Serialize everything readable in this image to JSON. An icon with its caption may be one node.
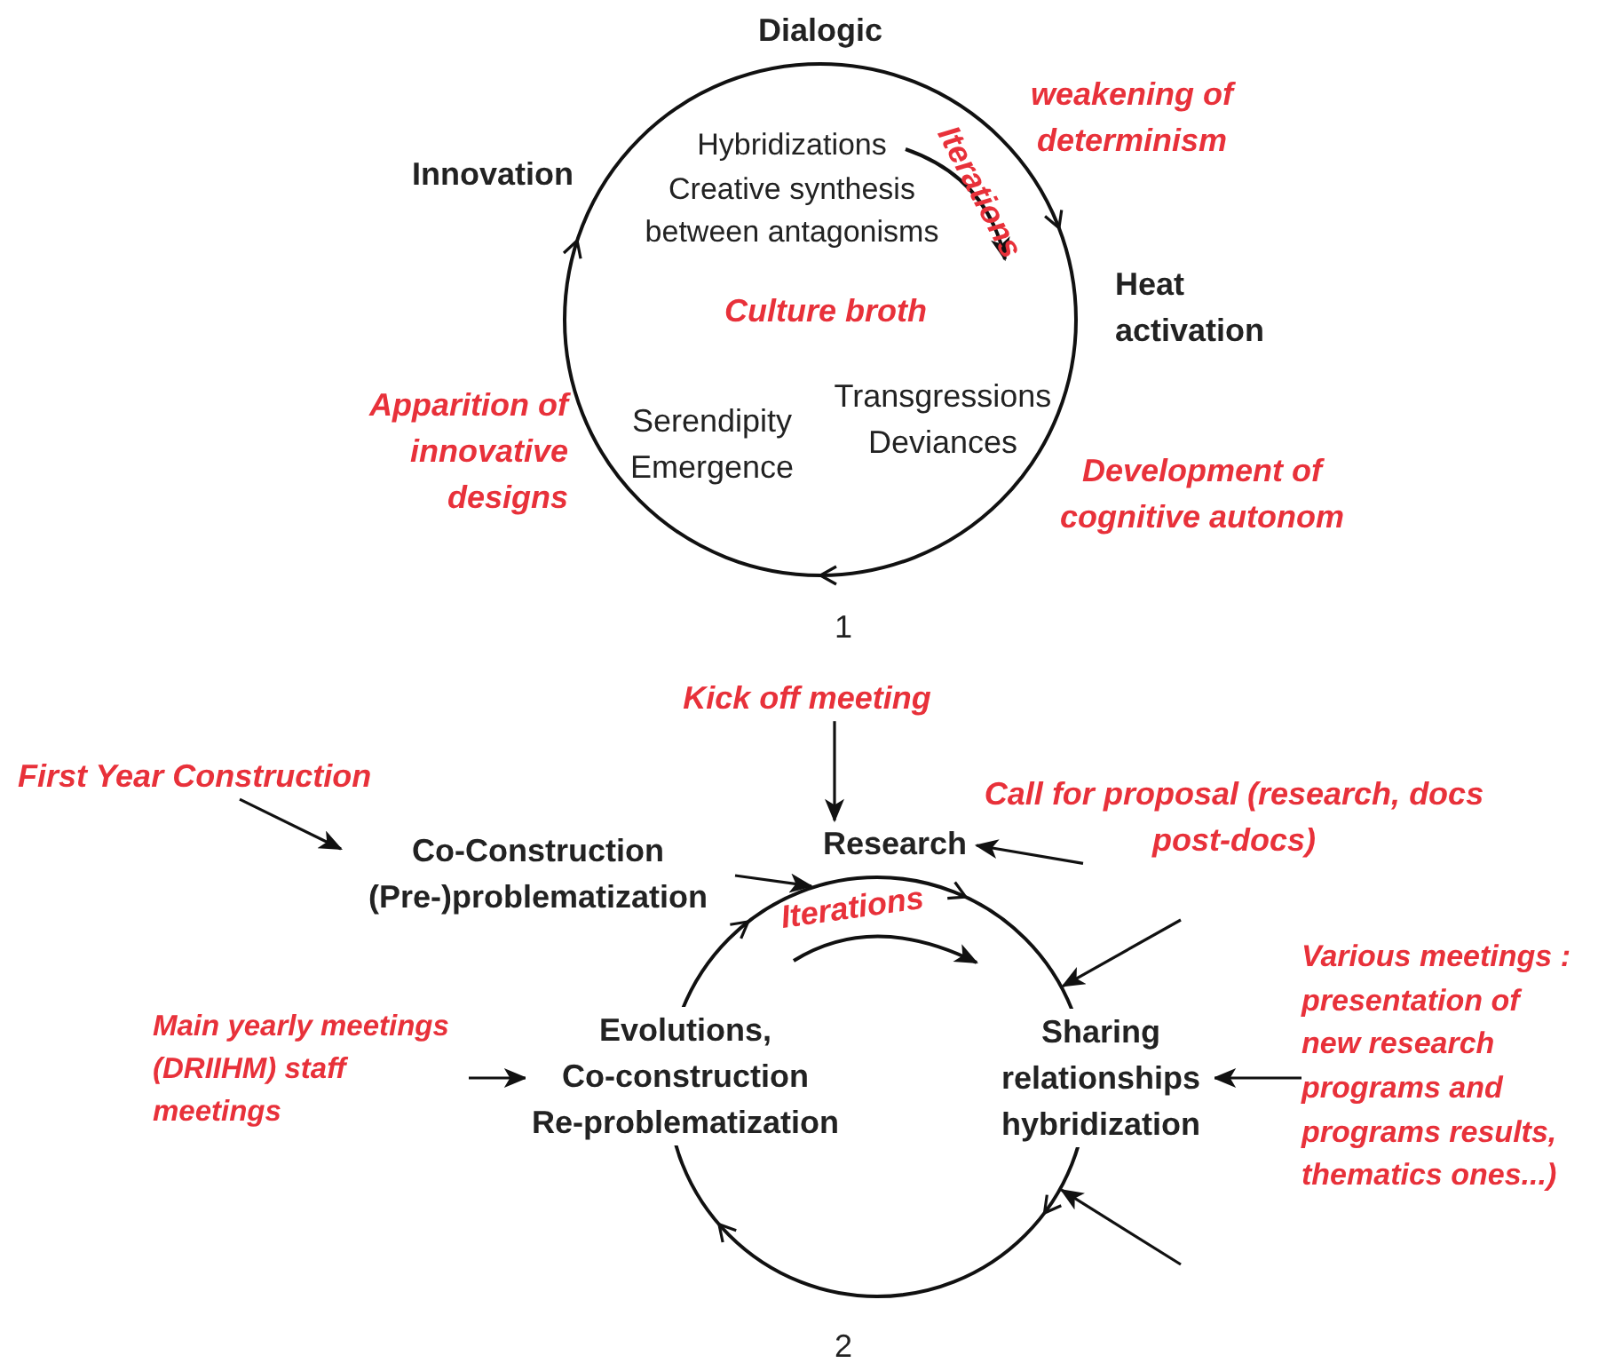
{
  "diagram": {
    "nodes": [
      {
        "text": [],
        "shape": "circle"
      },
      {
        "text": [
          "Hybridizations Creative synthesis between antagonisms"
        ],
        "in": 0
      },
      {
        "text": [
          "Culture broth"
        ],
        "in": 0
      },
      {
        "text": [
          "Serendipity Emergence"
        ],
        "in": 0
      },
      {
        "text": [
          "Transgressions Deviances"
        ],
        "in": 0
      },
      {
        "text": [
          "Kick off meeting"
        ]
      },
      {
        "text": [
          "First Year Construction"
        ]
      },
      {
        "text": [
          "Co-Construction (Pre-)problematization"
        ]
      },
      {
        "text": [
          "Research"
        ]
      },
      {
        "text": [
          "Call for proposal (research, docs post-docs)"
        ]
      },
      {
        "text": [],
        "shape": "circle"
      },
      {
        "text": [
          "Evolutions, Co-construction Re-problematization"
        ]
      },
      {
        "text": [
          "Sharing relationships hybridization"
        ]
      },
      {
        "text": [
          "Main yearly meetings (DRIIHM) staff meetings"
        ]
      },
      {
        "text": [
          "Various meetings : presentation of new research programs and programs results, thematics ones...)"
        ]
      }
    ],
    "edges": [
      {
        "from": 5,
        "to": 8,
        "arrow": "to"
      },
      {
        "from": 6,
        "to": 7,
        "arrow": "to"
      },
      {
        "from": 7,
        "to": 10,
        "arrow": "to"
      },
      {
        "from": 9,
        "to": 8,
        "arrow": "to"
      },
      {
        "from": 13,
        "to": 11,
        "arrow": "to"
      },
      {
        "from": 14,
        "to": 12,
        "arrow": "to"
      },
      {
        "from": null,
        "to": 10,
        "arrow": "to"
      },
      {
        "from": null,
        "to": 10,
        "arrow": "to"
      }
    ],
    "labels": [
      "Dialogic",
      "weakening of determinism",
      "Innovation",
      "Heat activation",
      "Apparition of innovative designs",
      "Development of cognitive autonom",
      "Iterations",
      "1",
      "Iterations",
      "2"
    ]
  }
}
